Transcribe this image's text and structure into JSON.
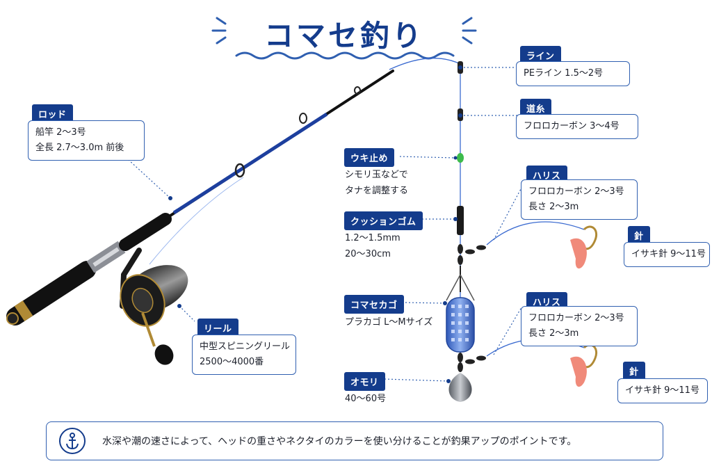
{
  "title": "コマセ釣り",
  "callouts": {
    "rod": {
      "label": "ロッド",
      "lines": [
        "船竿 2〜3号",
        "全長 2.7〜3.0m 前後"
      ]
    },
    "reel": {
      "label": "リール",
      "lines": [
        "中型スピニングリール",
        "2500〜4000番"
      ]
    },
    "line": {
      "label": "ライン",
      "lines": [
        "PEライン 1.5〜2号"
      ]
    },
    "leader": {
      "label": "道糸",
      "lines": [
        "フロロカーボン 3〜4号"
      ]
    },
    "stopper": {
      "label": "ウキ止め",
      "lines": [
        "シモリ玉などで",
        "タナを調整する"
      ]
    },
    "cushion": {
      "label": "クッションゴム",
      "lines": [
        "1.2〜1.5mm",
        "20〜30cm"
      ]
    },
    "harisu_upper": {
      "label": "ハリス",
      "lines": [
        "フロロカーボン 2〜3号",
        "長さ 2〜3m"
      ]
    },
    "hook_upper": {
      "label": "針",
      "lines": [
        "イサキ針 9〜11号"
      ]
    },
    "basket": {
      "label": "コマセカゴ",
      "lines": [
        "プラカゴ L〜Mサイズ"
      ]
    },
    "harisu_lower": {
      "label": "ハリス",
      "lines": [
        "フロロカーボン 2〜3号",
        "長さ 2〜3m"
      ]
    },
    "hook_lower": {
      "label": "針",
      "lines": [
        "イサキ針 9〜11号"
      ]
    },
    "sinker": {
      "label": "オモリ",
      "lines": [
        "40〜60号"
      ]
    }
  },
  "tip": {
    "icon": "anchor-icon",
    "text": "水深や潮の速さによって、ヘッドの重さやネクタイのカラーを使い分けることが釣果アップのポイントです。"
  },
  "colors": {
    "navy": "#143c8c",
    "accent": "#2f5fb0",
    "bait": "#f08a7a",
    "basket": "#4f78d6"
  }
}
